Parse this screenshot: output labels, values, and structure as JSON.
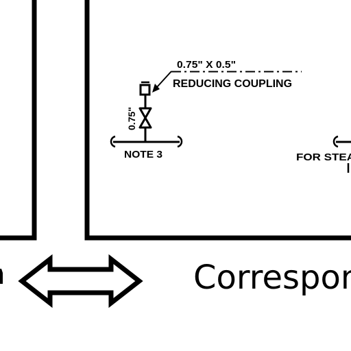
{
  "drawing": {
    "size_label": "0.75\" X 0.5\"",
    "coupling_label": "REDUCING COUPLING",
    "valve_size_label": "0.75\"",
    "note_label": "NOTE 3",
    "steam_label_partial": "FOR STEA"
  },
  "caption": {
    "text_partial": "Correspon"
  },
  "icons": {
    "arrow": "double-headed-arrow-icon",
    "valve": "gate-valve-icon",
    "coupling": "reducing-coupling-icon"
  },
  "colors": {
    "ink": "#000000",
    "background": "#ffffff"
  }
}
